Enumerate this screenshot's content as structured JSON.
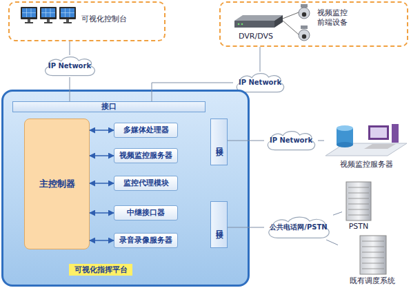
{
  "diagram": {
    "nodes": [
      {
        "text": [
          "可视化控制台"
        ]
      },
      {
        "text": [
          "DVR/DVS",
          "视频监控 前端设备"
        ]
      },
      {
        "text": [
          "IP Network"
        ]
      },
      {
        "text": [
          "IP Network"
        ]
      },
      {
        "text": [
          "可视化指挥平台"
        ]
      },
      {
        "text": [
          "接口"
        ],
        "in": 4
      },
      {
        "text": [
          "主控制器"
        ],
        "in": 4
      },
      {
        "text": [
          "多媒体处理器"
        ],
        "in": 4
      },
      {
        "text": [
          "视频监控服务器"
        ],
        "in": 4
      },
      {
        "text": [
          "监控代理模块"
        ],
        "in": 4
      },
      {
        "text": [
          "中继接口器"
        ],
        "in": 4
      },
      {
        "text": [
          "录音录像服务器"
        ],
        "in": 4
      },
      {
        "text": [
          "接口"
        ],
        "in": 4
      },
      {
        "text": [
          "接口"
        ],
        "in": 4
      },
      {
        "text": [
          "IP Network"
        ]
      },
      {
        "text": [
          "视频监控服务器"
        ]
      },
      {
        "text": [
          "公共电话网/PSTN"
        ]
      },
      {
        "text": [
          "PSTN"
        ]
      },
      {
        "text": [
          "既有调度系统"
        ]
      }
    ],
    "edges": [
      {
        "from": 0,
        "to": 2,
        "arrow": "none"
      },
      {
        "from": 2,
        "to": 5,
        "arrow": "none"
      },
      {
        "from": 1,
        "to": 3,
        "arrow": "none"
      },
      {
        "from": 3,
        "to": 5,
        "arrow": "none"
      },
      {
        "from": 12,
        "to": 14,
        "arrow": "none"
      },
      {
        "from": 14,
        "to": 15,
        "arrow": "none"
      },
      {
        "from": 13,
        "to": 16,
        "arrow": "none"
      },
      {
        "from": 16,
        "to": 17,
        "arrow": "none"
      },
      {
        "from": 16,
        "to": 18,
        "arrow": "none"
      },
      {
        "from": 6,
        "to": 7,
        "arrow": "both"
      },
      {
        "from": 6,
        "to": 8,
        "arrow": "both"
      },
      {
        "from": 6,
        "to": 9,
        "arrow": "both"
      },
      {
        "from": 6,
        "to": 10,
        "arrow": "both"
      },
      {
        "from": 6,
        "to": 11,
        "arrow": "both"
      }
    ]
  }
}
